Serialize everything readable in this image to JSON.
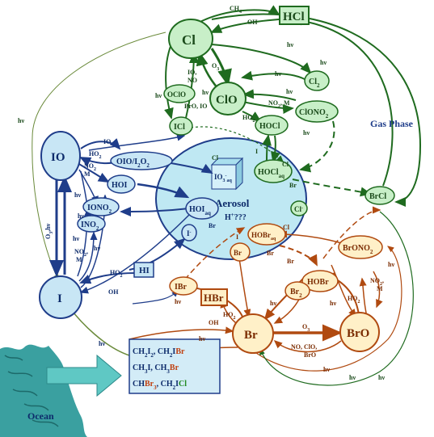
{
  "chlorine": {
    "cl": "Cl",
    "hcl": "HCl",
    "clo": "ClO",
    "ocloxo2": "OClO",
    "cl2": "Cl",
    "cl2_sub": "2",
    "clono2": "ClONO",
    "clono2_sub": "2",
    "hocl": "HOCl",
    "icl": "ICl",
    "hocl_aq": "HOCl",
    "hocl_aq_sub": "aq",
    "brcl": "BrCl",
    "cl_minus": "Cl"
  },
  "iodine": {
    "io": "IO",
    "i": "I",
    "oio": "OIO/I",
    "oio_sub": "2",
    "oio_tail": "O",
    "oio_tail_sub": "2",
    "hoi": "HOI",
    "iono2": "IONO",
    "iono2_sub": "2",
    "ino2": "INO",
    "ino2_sub": "2",
    "hi": "HI",
    "hoi_aq": "HOI",
    "hoi_aq_sub": "aq",
    "io3": "IO",
    "io3_sub": "3",
    "io3_sup": "-",
    "io3_aq": "aq",
    "i_minus": "I"
  },
  "bromine": {
    "br": "Br",
    "bro": "BrO",
    "hbr": "HBr",
    "hobr": "HOBr",
    "hobr_aq": "HOBr",
    "hobr_aq_sub": "aq",
    "brono2": "BrONO",
    "brono2_sub": "2",
    "br_aq": "Br",
    "br2": "Br",
    "br2_sub": "2",
    "ibr": "IBr"
  },
  "aerosol": {
    "title": "Aerosol",
    "h": "H",
    "h_sup": "+",
    "h_tail": "???"
  },
  "gas_phase": "Gas Phase",
  "ocean": "Ocean",
  "sources": {
    "row1_a": "CH",
    "row1_a_sub": "2",
    "row1_b": "I",
    "row1_b_sub": "2",
    "row1_c": ", CH",
    "row1_c_sub": "2",
    "row1_d": "I",
    "row1_e": "Br",
    "row2_a": "CH",
    "row2_a_sub": "3",
    "row2_b": "I, CH",
    "row2_b_sub": "3",
    "row2_c": "Br",
    "row3_a": "CH",
    "row3_b": "Br",
    "row3_b_sub": "3",
    "row3_c": ", CH",
    "row3_c_sub": "2",
    "row3_d": "I",
    "row3_e": "Cl"
  },
  "labels": {
    "ch4": "CH",
    "ch4_sub": "4",
    "oh": "OH",
    "hv": "hν",
    "o3": "O",
    "o3_sub": "3",
    "io_no": "IO,",
    "no": "NO",
    "bro_io": "BrO, IO",
    "no2_m": "NO",
    "no2_m_sub": "2",
    "no2_m_tail": ", M",
    "ho2": "HO",
    "ho2_sub": "2",
    "m": "M",
    "o3hv": "O",
    "o3hv_sub": "3",
    "o3hv_tail": ",hν",
    "no_clo_bro_1": "NO, ClO,",
    "no_clo_bro_2": "BrO",
    "cl_label": "Cl",
    "br_label": "Br",
    "i_label": "I"
  },
  "colors": {
    "chlorine_fill": "#c8efc8",
    "chlorine_line": "#1f6b1f",
    "iodine_fill": "#c8e6f5",
    "iodine_line": "#1f3d8a",
    "bromine_fill": "#fff0c8",
    "bromine_line": "#b04a10",
    "aerosol_fill": "#bfe8f3",
    "ocean": "#3aa0a0"
  }
}
